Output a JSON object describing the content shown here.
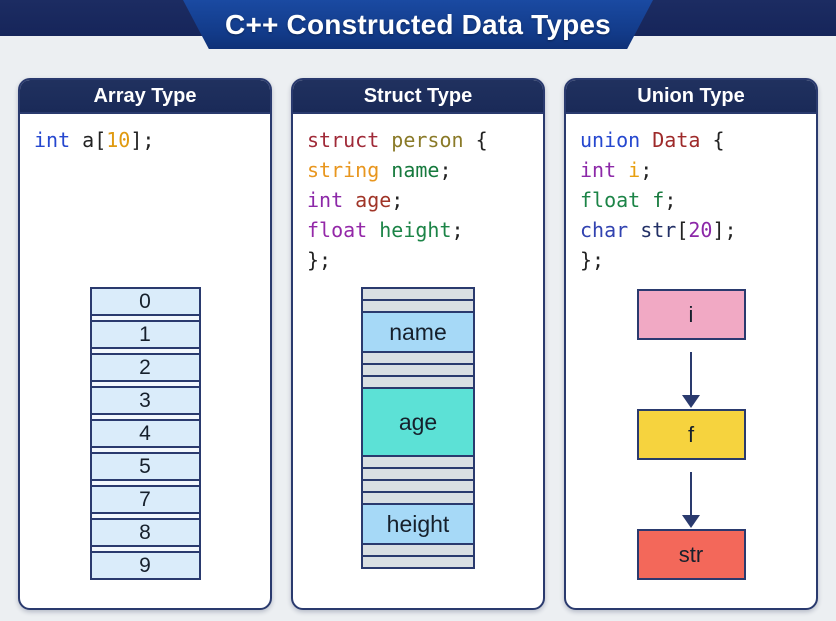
{
  "banner": {
    "title": "C++ Constructed Data Types"
  },
  "colors": {
    "top_bar": "#18265a",
    "banner_bg": "#143d8f",
    "card_header_bg": "#1c2d5f",
    "card_border": "#2a3a6e",
    "page_bg": "#eceff2",
    "arrow": "#2a3a6e",
    "array_cell_bg": "#daecfa",
    "struct_stripe_bg": "#d9dfe3",
    "code_blue": "#2547cf",
    "code_orange": "#e09a10",
    "code_red": "#a02a38",
    "code_olive": "#8a7a28",
    "code_green": "#1c8447",
    "code_purple": "#8c28a8",
    "code_navy": "#3142b0",
    "code_dark": "#222222"
  },
  "cards": [
    {
      "id": "array",
      "title": "Array Type",
      "code": [
        [
          {
            "t": "int",
            "c": "#2547cf"
          },
          {
            "t": " a[",
            "c": "#222222"
          },
          {
            "t": "10",
            "c": "#e09a10"
          },
          {
            "t": "];",
            "c": "#222222"
          }
        ]
      ],
      "diagram": {
        "type": "array-cells",
        "cells": [
          "0",
          "1",
          "2",
          "3",
          "4",
          "5",
          "7",
          "8",
          "9"
        ]
      }
    },
    {
      "id": "struct",
      "title": "Struct Type",
      "code": [
        [
          {
            "t": "struct",
            "c": "#a02a38"
          },
          {
            "t": " ",
            "c": "#222222"
          },
          {
            "t": "person",
            "c": "#8a7a28"
          },
          {
            "t": " {",
            "c": "#222222"
          }
        ],
        [
          {
            "t": "string",
            "c": "#e8961e"
          },
          {
            "t": " ",
            "c": "#222222"
          },
          {
            "t": "name",
            "c": "#177a3e"
          },
          {
            "t": ";",
            "c": "#222222"
          }
        ],
        [
          {
            "t": "int",
            "c": "#8c28a8"
          },
          {
            "t": " ",
            "c": "#222222"
          },
          {
            "t": "age",
            "c": "#a03528"
          },
          {
            "t": ";",
            "c": "#222222"
          }
        ],
        [
          {
            "t": "float",
            "c": "#9428a8"
          },
          {
            "t": " ",
            "c": "#222222"
          },
          {
            "t": "height",
            "c": "#1c8447"
          },
          {
            "t": ";",
            "c": "#222222"
          }
        ],
        [
          {
            "t": "};",
            "c": "#222222"
          }
        ]
      ],
      "diagram": {
        "type": "struct-rows",
        "rows": [
          {
            "kind": "stripe"
          },
          {
            "kind": "stripe"
          },
          {
            "kind": "cell",
            "label": "name",
            "bg": "#a6d9f7",
            "h": 42
          },
          {
            "kind": "stripe"
          },
          {
            "kind": "stripe"
          },
          {
            "kind": "stripe"
          },
          {
            "kind": "cell",
            "label": "age",
            "bg": "#5ce1d6",
            "h": 70
          },
          {
            "kind": "stripe"
          },
          {
            "kind": "stripe"
          },
          {
            "kind": "stripe"
          },
          {
            "kind": "stripe"
          },
          {
            "kind": "cell",
            "label": "height",
            "bg": "#a6d9f7",
            "h": 42
          },
          {
            "kind": "stripe"
          },
          {
            "kind": "stripe"
          }
        ]
      }
    },
    {
      "id": "union",
      "title": "Union Type",
      "code": [
        [
          {
            "t": "union",
            "c": "#2547cf"
          },
          {
            "t": " ",
            "c": "#222222"
          },
          {
            "t": "Data",
            "c": "#9e2a2a"
          },
          {
            "t": " {",
            "c": "#222222"
          }
        ],
        [
          {
            "t": "int",
            "c": "#8c28a8"
          },
          {
            "t": " ",
            "c": "#222222"
          },
          {
            "t": "i",
            "c": "#e8a010"
          },
          {
            "t": ";",
            "c": "#222222"
          }
        ],
        [
          {
            "t": "float",
            "c": "#1c8447"
          },
          {
            "t": " ",
            "c": "#222222"
          },
          {
            "t": "f",
            "c": "#177a3e"
          },
          {
            "t": ";",
            "c": "#222222"
          }
        ],
        [
          {
            "t": "char",
            "c": "#3142b0"
          },
          {
            "t": " ",
            "c": "#222222"
          },
          {
            "t": "str",
            "c": "#223066"
          },
          {
            "t": "[",
            "c": "#222222"
          },
          {
            "t": "20",
            "c": "#8c28a8"
          },
          {
            "t": "];",
            "c": "#222222"
          }
        ],
        [
          {
            "t": "};",
            "c": "#222222"
          }
        ]
      ],
      "diagram": {
        "type": "union-boxes",
        "boxes": [
          {
            "label": "i",
            "bg": "#f1a9c4"
          },
          {
            "label": "f",
            "bg": "#f6d33e"
          },
          {
            "label": "str",
            "bg": "#f3685a"
          }
        ]
      }
    }
  ]
}
